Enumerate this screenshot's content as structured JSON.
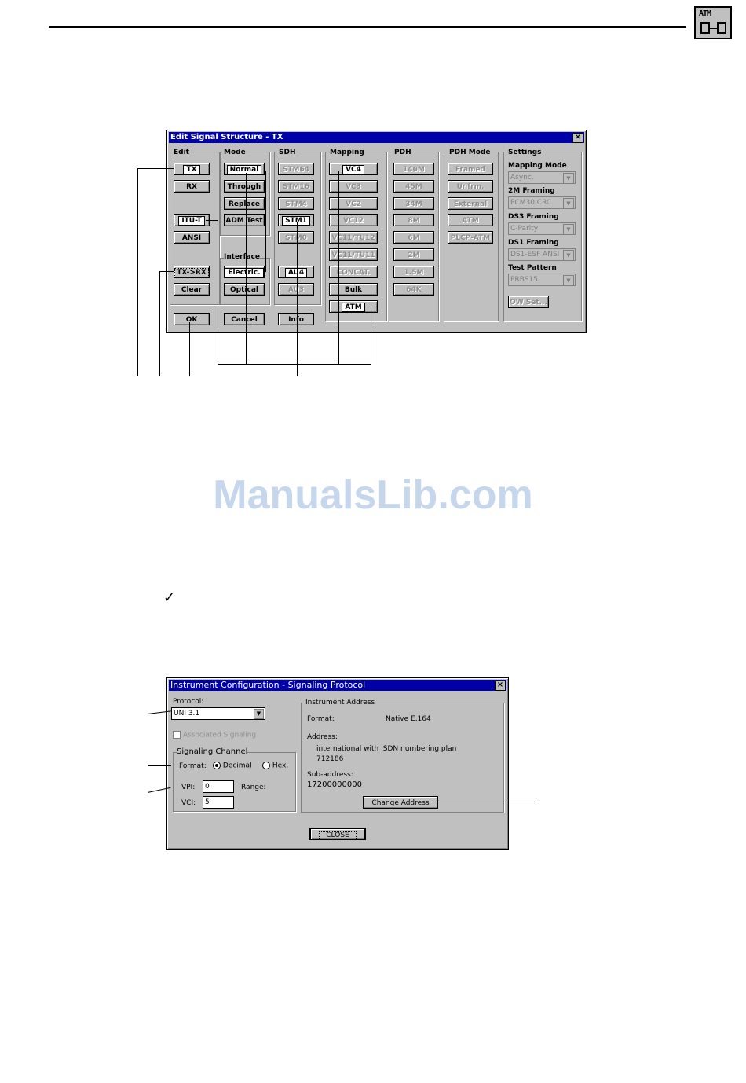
{
  "header": {
    "icon_text": "ATM"
  },
  "watermark": "ManualsLib.com",
  "checkmark": "✓",
  "dialog1": {
    "title": "Edit Signal Structure - TX",
    "close": "×",
    "groups": {
      "edit": "Edit",
      "mode": "Mode",
      "interface": "Interface",
      "sdh": "SDH",
      "mapping": "Mapping",
      "pdh": "PDH",
      "pdh_mode": "PDH Mode",
      "settings": "Settings"
    },
    "edit_buttons": {
      "tx": "TX",
      "rx": "RX",
      "itut": "ITU-T",
      "ansi": "ANSI",
      "txrx": "TX->RX",
      "clear": "Clear"
    },
    "mode_buttons": {
      "normal": "Normal",
      "through": "Through",
      "replace": "Replace",
      "adm": "ADM Test"
    },
    "interface_buttons": {
      "electric": "Electric.",
      "optical": "Optical"
    },
    "sdh_buttons": {
      "stm64": "STM64",
      "stm16": "STM16",
      "stm4": "STM4",
      "stm1": "STM1",
      "stm0": "STM0",
      "au4": "AU4",
      "au3": "AU3"
    },
    "mapping_buttons": {
      "vc4": "VC4",
      "vc3": "VC3",
      "vc2": "VC2",
      "vc12": "VC12",
      "vc11tu12": "VC11/TU12",
      "vc11tu11": "VC11/TU11",
      "concat": "CONCAT.",
      "bulk": "Bulk",
      "atm": "ATM"
    },
    "pdh_buttons": {
      "m140": "140M",
      "m45": "45M",
      "m34": "34M",
      "m8": "8M",
      "m6": "6M",
      "m2": "2M",
      "m15": "1.5M",
      "k64": "64K"
    },
    "pdhmode_buttons": {
      "framed": "Framed",
      "unfrm": "Unfrm.",
      "external": "External",
      "atm": "ATM",
      "plcp": "PLCP-ATM"
    },
    "settings": {
      "mapping_mode_label": "Mapping Mode",
      "mapping_mode_value": "Async.",
      "framing2m_label": "2M Framing",
      "framing2m_value": "PCM30 CRC",
      "ds3_label": "DS3 Framing",
      "ds3_value": "C-Parity",
      "ds1_label": "DS1 Framing",
      "ds1_value": "DS1-ESF ANSI",
      "test_label": "Test Pattern",
      "test_value": "PRBS15",
      "ow_button": "OW Set..."
    },
    "footer": {
      "ok": "OK",
      "cancel": "Cancel",
      "info": "Info"
    }
  },
  "dialog2": {
    "title": "Instrument Configuration - Signaling Protocol",
    "close": "×",
    "protocol_label": "Protocol:",
    "protocol_value": "UNI 3.1",
    "associated": "Associated Signaling",
    "channel_group": "Signaling Channel",
    "format_label": "Format:",
    "decimal": "Decimal",
    "hex": "Hex.",
    "vpi_label": "VPI:",
    "vpi_value": "0",
    "vci_label": "VCI:",
    "vci_value": "5",
    "range_label": "Range:",
    "address_group": "Instrument Address",
    "format2_label": "Format:",
    "format2_value": "Native E.164",
    "address_label": "Address:",
    "address_line1": "international with ISDN numbering plan",
    "address_line2": "712186",
    "subaddress_label": "Sub-address:",
    "subaddress_value": "17200000000",
    "change_button": "Change Address",
    "close_button": "CLOSE"
  }
}
